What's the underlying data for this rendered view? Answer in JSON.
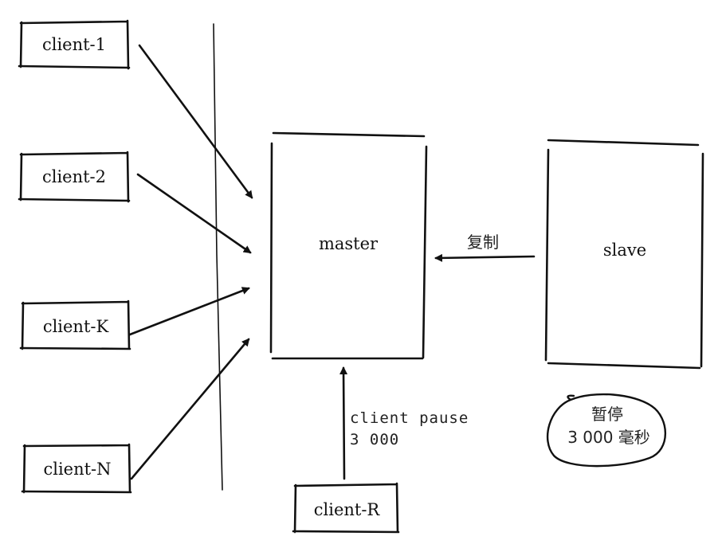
{
  "colors": {
    "ink": "#111111",
    "background": "#ffffff"
  },
  "clients": {
    "client1": "client-1",
    "client2": "client-2",
    "clientK": "client-K",
    "clientN": "client-N",
    "clientR": "client-R"
  },
  "master": {
    "label": "master"
  },
  "slave": {
    "label": "slave"
  },
  "replication": {
    "label": "复制"
  },
  "pause_command": {
    "line1": "client pause",
    "line2": "3 000"
  },
  "pause_note": {
    "line1": "暂停",
    "line2": "3 000 毫秒"
  }
}
